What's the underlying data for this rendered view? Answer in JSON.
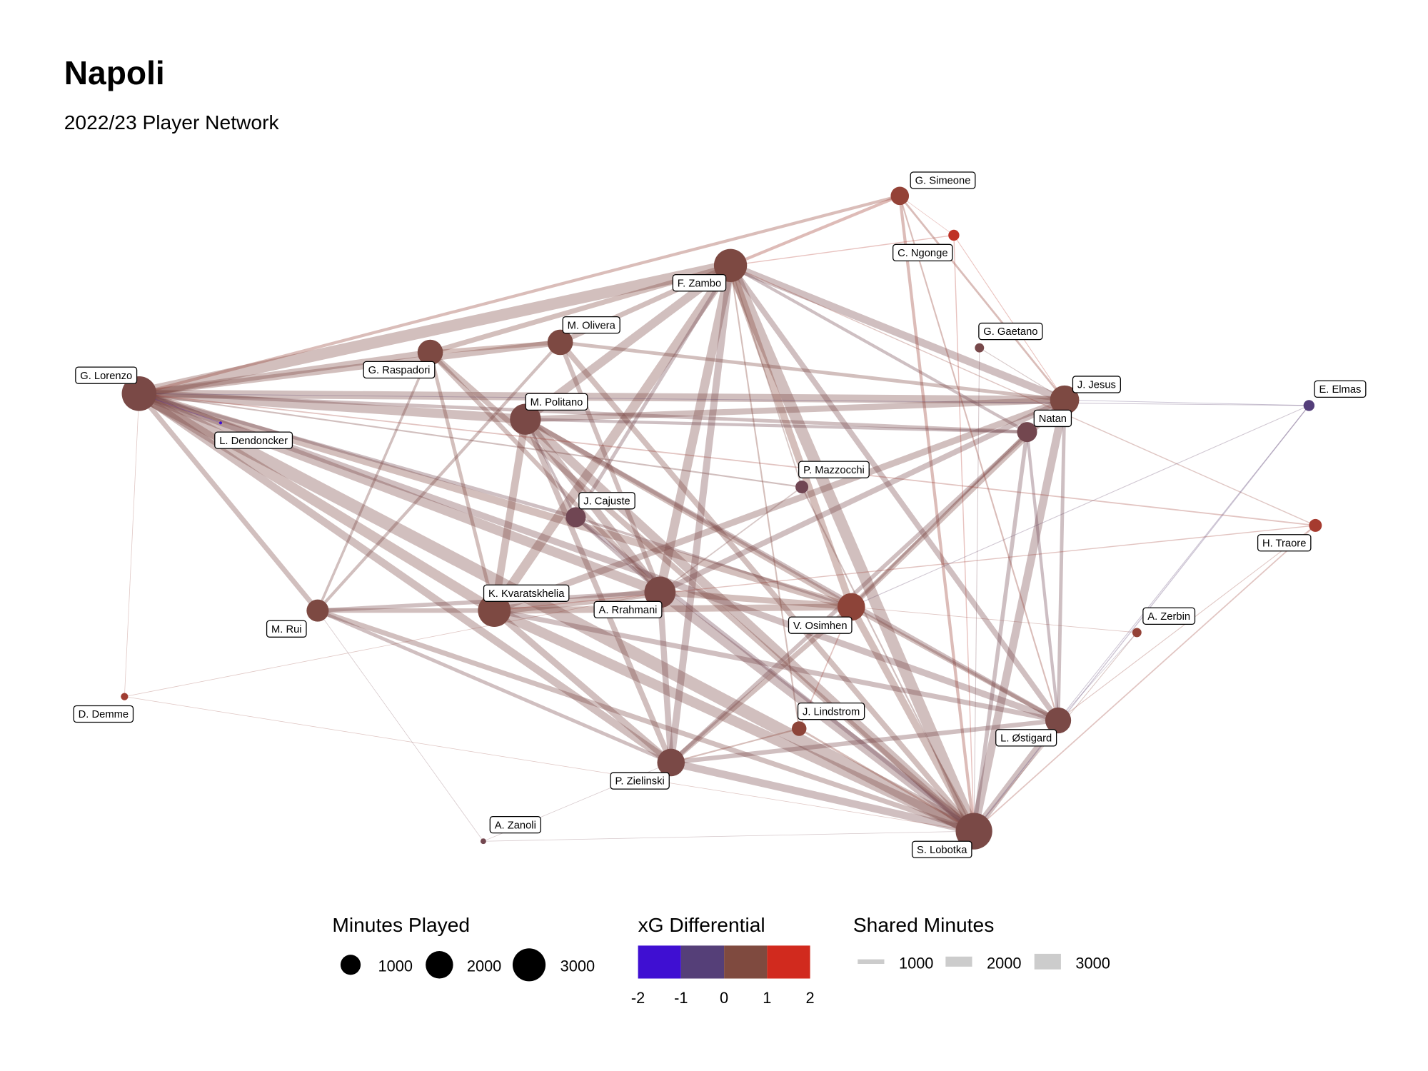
{
  "chart_data": {
    "type": "network",
    "title": "Napoli",
    "subtitle": "2022/23 Player Network",
    "nodes": [
      {
        "name": "G. Lorenzo",
        "minutes": 2700,
        "xg": 0.5
      },
      {
        "name": "L. Dendoncker",
        "minutes": 20,
        "xg": -2
      },
      {
        "name": "G. Raspadori",
        "minutes": 1450,
        "xg": 0.6
      },
      {
        "name": "M. Olivera",
        "minutes": 1450,
        "xg": 0.6
      },
      {
        "name": "F. Zambo",
        "minutes": 2450,
        "xg": 0.6
      },
      {
        "name": "G. Simeone",
        "minutes": 750,
        "xg": 1.0
      },
      {
        "name": "C. Ngonge",
        "minutes": 270,
        "xg": 1.7
      },
      {
        "name": "G. Gaetano",
        "minutes": 190,
        "xg": 0.4
      },
      {
        "name": "J. Jesus",
        "minutes": 1900,
        "xg": 0.6
      },
      {
        "name": "Natan",
        "minutes": 900,
        "xg": 0.3
      },
      {
        "name": "E. Elmas",
        "minutes": 270,
        "xg": -0.7
      },
      {
        "name": "M. Politano",
        "minutes": 2150,
        "xg": 0.5
      },
      {
        "name": "P. Mazzocchi",
        "minutes": 370,
        "xg": 0.2
      },
      {
        "name": "J. Cajuste",
        "minutes": 900,
        "xg": 0.2
      },
      {
        "name": "H. Traore",
        "minutes": 370,
        "xg": 1.3
      },
      {
        "name": "K. Kvaratskhelia",
        "minutes": 2400,
        "xg": 0.6
      },
      {
        "name": "A. Rrahmani",
        "minutes": 2200,
        "xg": 0.5
      },
      {
        "name": "V. Osimhen",
        "minutes": 1700,
        "xg": 0.9
      },
      {
        "name": "M. Rui",
        "minutes": 1100,
        "xg": 0.6
      },
      {
        "name": "A. Zerbin",
        "minutes": 190,
        "xg": 1.0
      },
      {
        "name": "D. Demme",
        "minutes": 120,
        "xg": 1.2
      },
      {
        "name": "J. Lindstrom",
        "minutes": 480,
        "xg": 0.9
      },
      {
        "name": "L. Østigard",
        "minutes": 1500,
        "xg": 0.5
      },
      {
        "name": "P. Zielinski",
        "minutes": 1700,
        "xg": 0.5
      },
      {
        "name": "A. Zanoli",
        "minutes": 70,
        "xg": 0.3
      },
      {
        "name": "S. Lobotka",
        "minutes": 3000,
        "xg": 0.5
      }
    ],
    "edges": [
      [
        0,
        4,
        2300,
        0.6
      ],
      [
        0,
        25,
        2500,
        0.5
      ],
      [
        0,
        15,
        2000,
        0.6
      ],
      [
        0,
        16,
        1900,
        0.5
      ],
      [
        0,
        11,
        1800,
        0.5
      ],
      [
        0,
        23,
        1500,
        0.5
      ],
      [
        0,
        17,
        1500,
        0.7
      ],
      [
        0,
        8,
        1600,
        0.5
      ],
      [
        0,
        22,
        1300,
        0.4
      ],
      [
        0,
        2,
        1200,
        0.6
      ],
      [
        0,
        3,
        1200,
        0.6
      ],
      [
        0,
        18,
        1000,
        0.5
      ],
      [
        0,
        9,
        700,
        0.4
      ],
      [
        0,
        13,
        700,
        0.3
      ],
      [
        0,
        5,
        600,
        1.0
      ],
      [
        0,
        20,
        80,
        1.0
      ],
      [
        0,
        12,
        300,
        0.5
      ],
      [
        4,
        25,
        2300,
        0.5
      ],
      [
        4,
        15,
        1900,
        0.6
      ],
      [
        4,
        16,
        1800,
        0.5
      ],
      [
        4,
        11,
        1700,
        0.5
      ],
      [
        4,
        23,
        1400,
        0.4
      ],
      [
        4,
        17,
        1400,
        0.8
      ],
      [
        4,
        8,
        1500,
        0.4
      ],
      [
        4,
        22,
        1100,
        0.4
      ],
      [
        4,
        2,
        1000,
        0.7
      ],
      [
        4,
        3,
        1000,
        0.6
      ],
      [
        4,
        9,
        600,
        0.3
      ],
      [
        4,
        13,
        700,
        0.3
      ],
      [
        4,
        5,
        600,
        1.2
      ],
      [
        4,
        6,
        200,
        1.5
      ],
      [
        4,
        21,
        300,
        0.8
      ],
      [
        4,
        12,
        250,
        0.6
      ],
      [
        25,
        15,
        2000,
        0.5
      ],
      [
        25,
        16,
        1900,
        0.4
      ],
      [
        25,
        11,
        1800,
        0.5
      ],
      [
        25,
        23,
        1500,
        0.4
      ],
      [
        25,
        17,
        1400,
        0.7
      ],
      [
        25,
        8,
        1600,
        0.4
      ],
      [
        25,
        22,
        1300,
        0.4
      ],
      [
        25,
        2,
        1100,
        0.6
      ],
      [
        25,
        3,
        1100,
        0.6
      ],
      [
        25,
        18,
        1000,
        0.5
      ],
      [
        25,
        9,
        800,
        0.3
      ],
      [
        25,
        13,
        800,
        0.2
      ],
      [
        25,
        5,
        600,
        1.1
      ],
      [
        25,
        21,
        400,
        0.9
      ],
      [
        25,
        19,
        150,
        0.8
      ],
      [
        25,
        24,
        60,
        0.3
      ],
      [
        15,
        16,
        1700,
        0.6
      ],
      [
        15,
        11,
        1500,
        0.6
      ],
      [
        15,
        23,
        1300,
        0.5
      ],
      [
        15,
        17,
        1300,
        0.7
      ],
      [
        15,
        8,
        1300,
        0.5
      ],
      [
        15,
        22,
        1000,
        0.4
      ],
      [
        15,
        18,
        900,
        0.5
      ],
      [
        15,
        2,
        700,
        0.7
      ],
      [
        16,
        11,
        1500,
        0.5
      ],
      [
        16,
        23,
        1200,
        0.4
      ],
      [
        16,
        17,
        1200,
        0.7
      ],
      [
        16,
        8,
        1100,
        0.4
      ],
      [
        16,
        2,
        900,
        0.6
      ],
      [
        16,
        3,
        900,
        0.5
      ],
      [
        16,
        18,
        800,
        0.4
      ],
      [
        16,
        13,
        600,
        0.3
      ],
      [
        11,
        23,
        1100,
        0.5
      ],
      [
        11,
        17,
        1100,
        0.7
      ],
      [
        11,
        8,
        1200,
        0.5
      ],
      [
        11,
        22,
        900,
        0.4
      ],
      [
        11,
        9,
        600,
        0.3
      ],
      [
        11,
        13,
        500,
        0.3
      ],
      [
        23,
        17,
        1000,
        0.6
      ],
      [
        23,
        22,
        900,
        0.4
      ],
      [
        23,
        8,
        800,
        0.4
      ],
      [
        23,
        18,
        700,
        0.4
      ],
      [
        17,
        8,
        1000,
        0.6
      ],
      [
        17,
        22,
        800,
        0.6
      ],
      [
        17,
        9,
        500,
        0.5
      ],
      [
        17,
        21,
        250,
        1.2
      ],
      [
        8,
        22,
        700,
        0.3
      ],
      [
        8,
        9,
        400,
        0.2
      ],
      [
        8,
        10,
        150,
        -0.6
      ],
      [
        22,
        10,
        150,
        -0.5
      ],
      [
        22,
        9,
        600,
        0.2
      ],
      [
        22,
        19,
        100,
        -0.3
      ],
      [
        2,
        3,
        800,
        0.8
      ],
      [
        2,
        18,
        500,
        0.5
      ],
      [
        3,
        18,
        600,
        0.5
      ],
      [
        3,
        8,
        700,
        0.6
      ],
      [
        5,
        6,
        100,
        1.5
      ],
      [
        5,
        8,
        400,
        1.0
      ],
      [
        5,
        22,
        300,
        1.0
      ],
      [
        6,
        8,
        150,
        1.6
      ],
      [
        6,
        25,
        200,
        1.5
      ],
      [
        14,
        0,
        250,
        1.2
      ],
      [
        14,
        4,
        200,
        1.0
      ],
      [
        14,
        25,
        250,
        1.1
      ],
      [
        14,
        22,
        150,
        1.0
      ],
      [
        14,
        15,
        200,
        1.2
      ],
      [
        10,
        0,
        150,
        -0.4
      ],
      [
        10,
        25,
        200,
        -0.5
      ],
      [
        10,
        17,
        150,
        -0.3
      ],
      [
        12,
        25,
        300,
        0.5
      ],
      [
        12,
        16,
        250,
        0.5
      ],
      [
        13,
        17,
        500,
        0.4
      ],
      [
        21,
        23,
        300,
        0.9
      ],
      [
        20,
        25,
        80,
        1.0
      ],
      [
        20,
        16,
        70,
        1.0
      ],
      [
        24,
        23,
        50,
        0.3
      ],
      [
        24,
        18,
        40,
        0.3
      ],
      [
        7,
        8,
        150,
        0.4
      ],
      [
        7,
        25,
        150,
        0.3
      ],
      [
        19,
        17,
        120,
        1.0
      ],
      [
        1,
        0,
        20,
        -2
      ]
    ],
    "color_scale": {
      "domain": [
        -2,
        -1,
        0,
        1,
        2
      ],
      "colors": [
        "#3f0fd2",
        "#553f78",
        "#7f4a3f",
        "#d12a1e"
      ]
    },
    "legends": {
      "minutes": {
        "title": "Minutes Played",
        "values": [
          "1000",
          "2000",
          "3000"
        ]
      },
      "xg": {
        "title": "xG Differential",
        "ticks": [
          "-2",
          "-1",
          "0",
          "1",
          "2"
        ]
      },
      "shared": {
        "title": "Shared Minutes",
        "values": [
          "1000",
          "2000",
          "3000"
        ]
      }
    }
  }
}
